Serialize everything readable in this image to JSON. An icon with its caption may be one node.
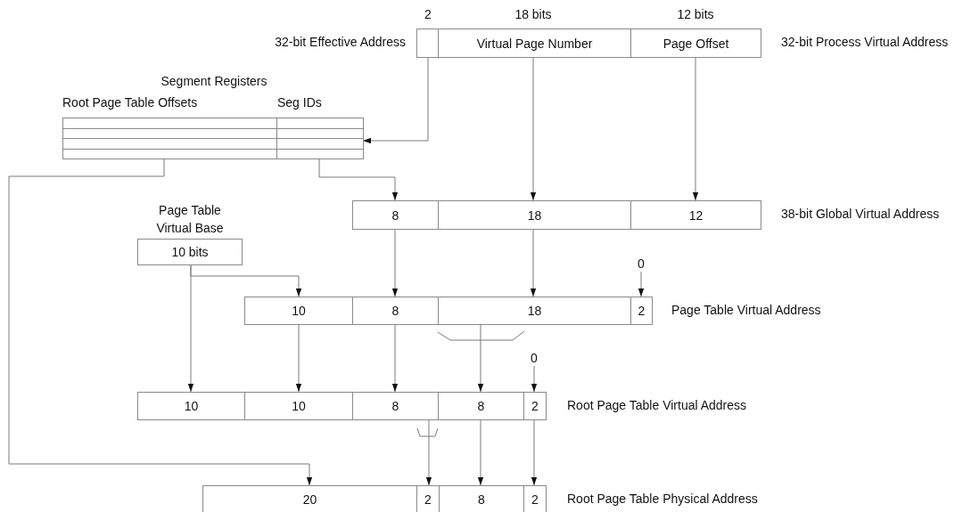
{
  "diagram": {
    "nodes": [
      {
        "text": [],
        "shape": "box"
      },
      {
        "text": [
          "Virtual Page Number"
        ]
      },
      {
        "text": [
          "Page Offset"
        ]
      },
      {
        "text": [
          "Root Page Table Offsets"
        ]
      },
      {
        "text": [
          "Seg IDs"
        ]
      },
      {
        "text": [
          "8"
        ]
      },
      {
        "text": [
          "18"
        ]
      },
      {
        "text": [
          "12"
        ]
      },
      {
        "text": [
          "Page Table Virtual Base",
          "10 bits"
        ]
      },
      {
        "text": [
          "0"
        ]
      },
      {
        "text": [
          "10"
        ]
      },
      {
        "text": [
          "8"
        ]
      },
      {
        "text": [
          "18"
        ]
      },
      {
        "text": [
          "2"
        ]
      },
      {
        "text": [
          "0"
        ]
      },
      {
        "text": [
          "10"
        ]
      },
      {
        "text": [
          "10"
        ]
      },
      {
        "text": [
          "8"
        ]
      },
      {
        "text": [
          "8"
        ]
      },
      {
        "text": [
          "2"
        ]
      },
      {
        "text": [
          "20"
        ]
      },
      {
        "text": [
          "2"
        ]
      },
      {
        "text": [
          "8"
        ]
      },
      {
        "text": [
          "2"
        ]
      }
    ],
    "edges": [
      {
        "from": 0,
        "to": 4,
        "arrow": "to"
      },
      {
        "from": 1,
        "to": 6,
        "arrow": "to"
      },
      {
        "from": 2,
        "to": 7,
        "arrow": "to"
      },
      {
        "from": 3,
        "to": 20,
        "arrow": "to"
      },
      {
        "from": 4,
        "to": 5,
        "arrow": "to"
      },
      {
        "from": 5,
        "to": 11,
        "arrow": "to"
      },
      {
        "from": 6,
        "to": 12,
        "arrow": "to"
      },
      {
        "from": 8,
        "to": 10,
        "arrow": "to"
      },
      {
        "from": 8,
        "to": 15,
        "arrow": "to"
      },
      {
        "from": 9,
        "to": 13,
        "arrow": "to"
      },
      {
        "from": 10,
        "to": 16,
        "arrow": "to"
      },
      {
        "from": 11,
        "to": 17,
        "arrow": "to"
      },
      {
        "from": 12,
        "to": 18,
        "arrow": "to"
      },
      {
        "from": 14,
        "to": 19,
        "arrow": "to"
      },
      {
        "from": 17,
        "to": 21,
        "arrow": "to"
      },
      {
        "from": 18,
        "to": 22,
        "arrow": "to"
      },
      {
        "from": 19,
        "to": 23,
        "arrow": "to"
      }
    ],
    "labels": [
      "2",
      "18 bits",
      "12 bits",
      "32-bit Effective Address",
      "32-bit Process Virtual Address",
      "Segment Registers",
      "38-bit Global Virtual Address",
      "Page Table Virtual Address",
      "Root Page Table Virtual Address",
      "Root Page Table Physical Address"
    ]
  }
}
